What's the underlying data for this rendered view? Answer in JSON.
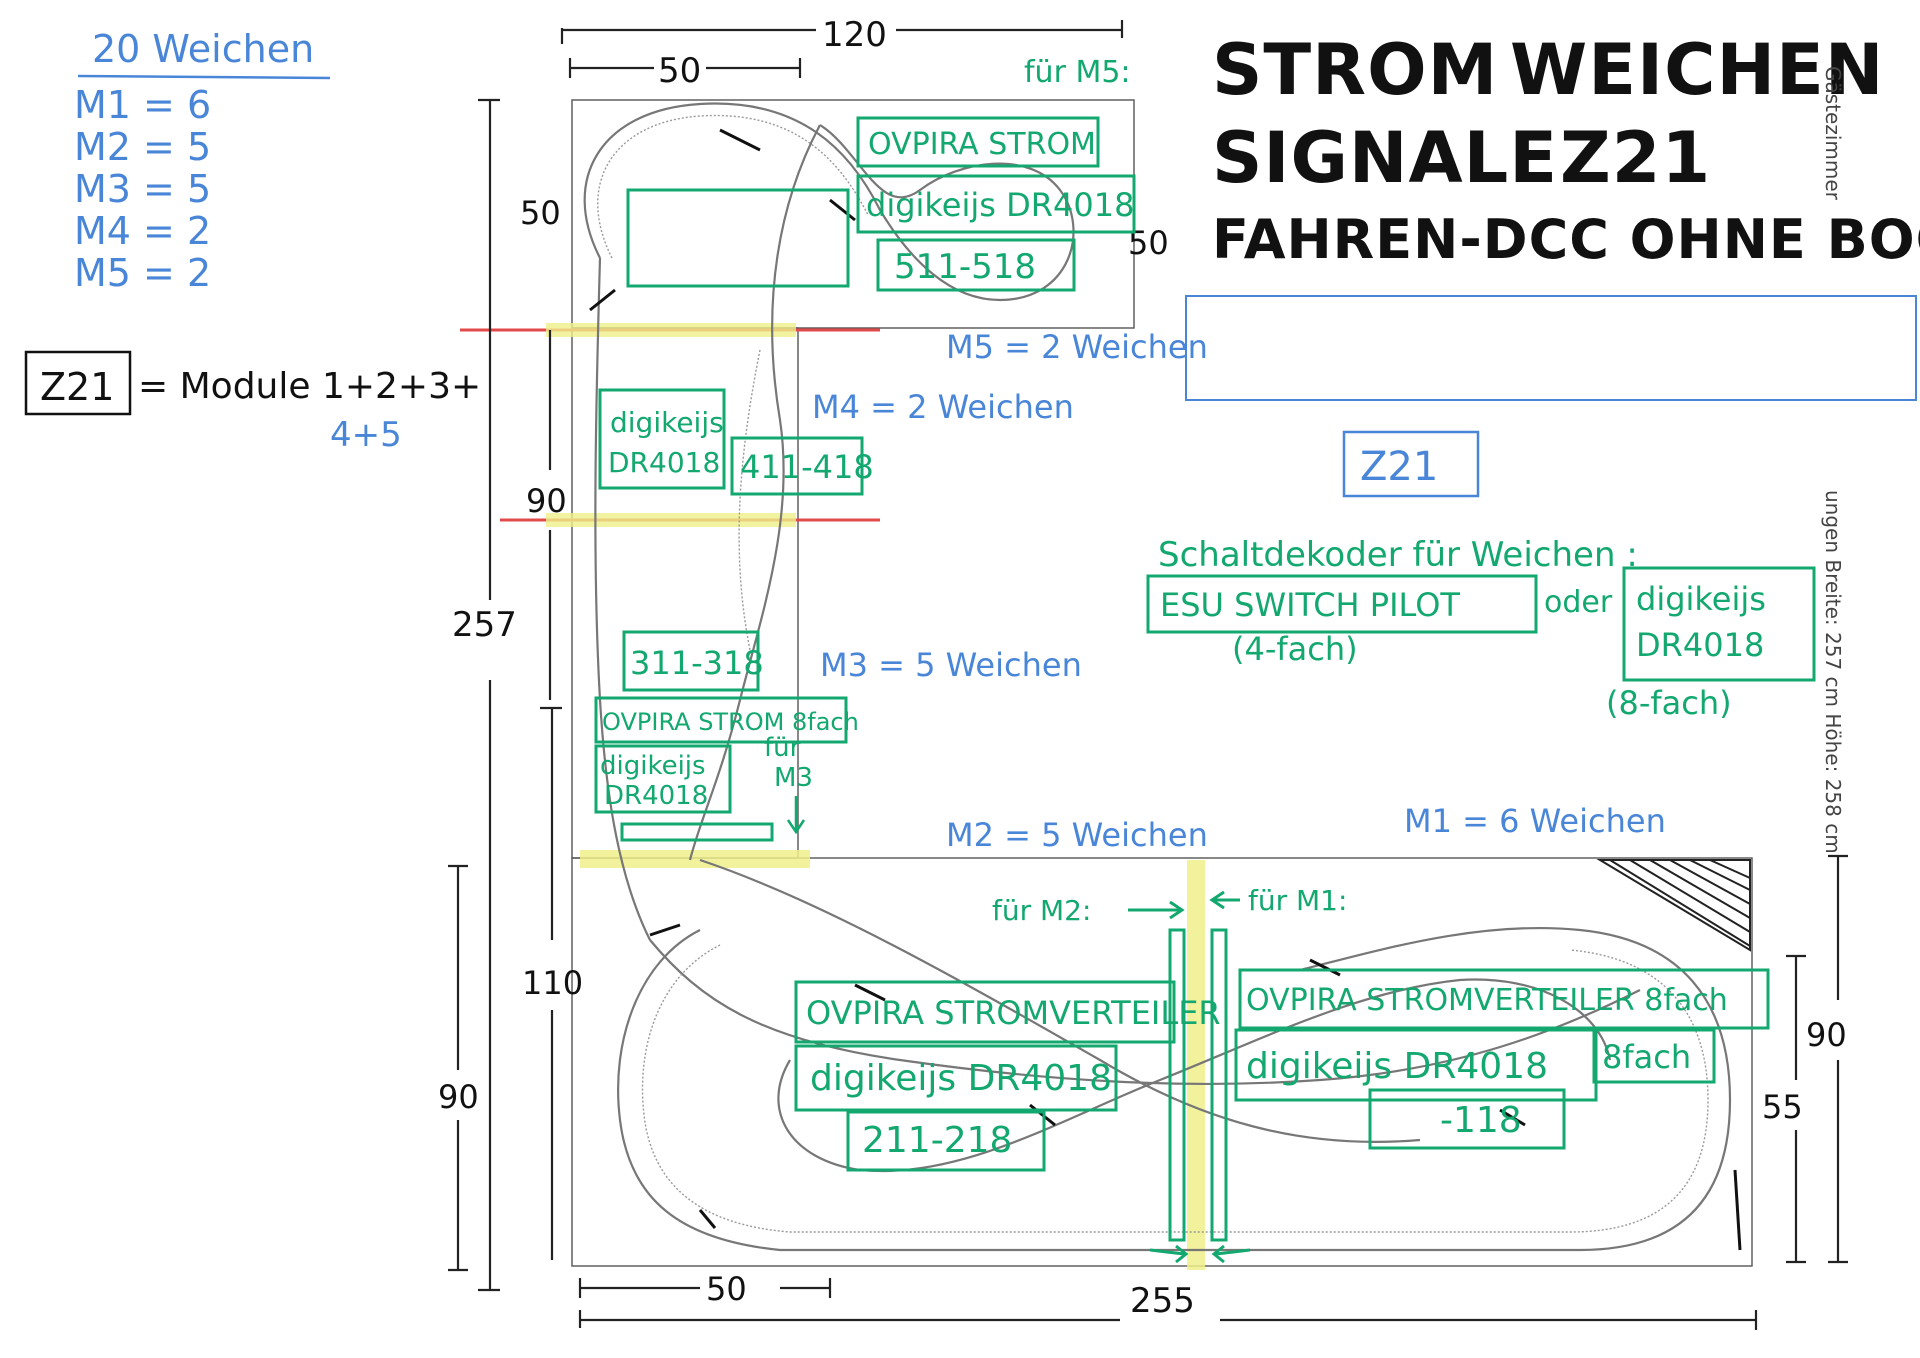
{
  "left_notes": {
    "weichen_total": "20 Weichen",
    "m1": "M1 = 6",
    "m2": "M2 = 5",
    "m3": "M3 = 5",
    "m4": "M4 = 2",
    "m5": "M5 = 2",
    "z221_box": "Z21",
    "z221_modules": "= Module 1+2+3+",
    "z221_modules_2": "4+5"
  },
  "title": {
    "line1a": "STROM",
    "line1b": "WEICHEN",
    "line2a": "SIGNALE",
    "line2b": "Z21",
    "line3": "FAHREN-DCC OHNE BOOSTER"
  },
  "dimensions": {
    "top_width": "120",
    "top_inner": "50",
    "m5_left": "50",
    "m5_right": "50",
    "m4_height": "90",
    "total_height": "257",
    "bottom_left_height": "110",
    "bottom_left_inner": "90",
    "bottom_width_inner": "50",
    "bottom_width": "255",
    "right_90": "90",
    "right_55": "55"
  },
  "module_labels": {
    "fuer_m5": "für M5:",
    "m5": "M5 = 2 Weichen",
    "m4": "M4 = 2 Weichen",
    "m3": "M3 = 5 Weichen",
    "m2": "M2 = 5 Weichen",
    "m1": "M1 = 6 Weichen",
    "fuer_m2": "für M2:",
    "fuer_m1": "für M1:",
    "fuer_m3_a": "für",
    "fuer_m3_b": "M3"
  },
  "green_boxes": {
    "m5_ovpira": "OVPIRA STROM",
    "m5_digi": "digikeijs DR4018",
    "m5_range": "511-518",
    "m4_digi_1": "digikeijs",
    "m4_digi_2": "DR4018",
    "m4_range": "411-418",
    "m3_range": "311-318",
    "m3_ovpira": "OVPIRA STROM 8fach",
    "m3_digi_1": "digikeijs",
    "m3_digi_2": "DR4018",
    "m2_ovpira": "OVPIRA STROMVERTEILER",
    "m2_digi": "digikeijs DR4018",
    "m2_range": "211-218",
    "m1_ovpira": "OVPIRA STROMVERTEILER 8fach",
    "m1_digi": "digikeijs DR4018",
    "m1_8fach": "8fach",
    "m1_range": "-118"
  },
  "legend": {
    "z21": "Z21",
    "schaltdekoder": "Schaltdekoder für Weichen :",
    "esu": "ESU SWITCH PILOT",
    "oder": "oder",
    "vier_fach": "(4-fach)",
    "digi_1": "digikeijs",
    "digi_2": "DR4018",
    "acht_fach": "(8-fach)"
  },
  "side_text": {
    "top": "Gästezimmer",
    "bottom": "ungen Breite: 257 cm Höhe: 258 cm"
  },
  "colors": {
    "blue": "#4a86d8",
    "green": "#13a86f",
    "red": "#e24a4a",
    "yellow": "#eef08a"
  }
}
